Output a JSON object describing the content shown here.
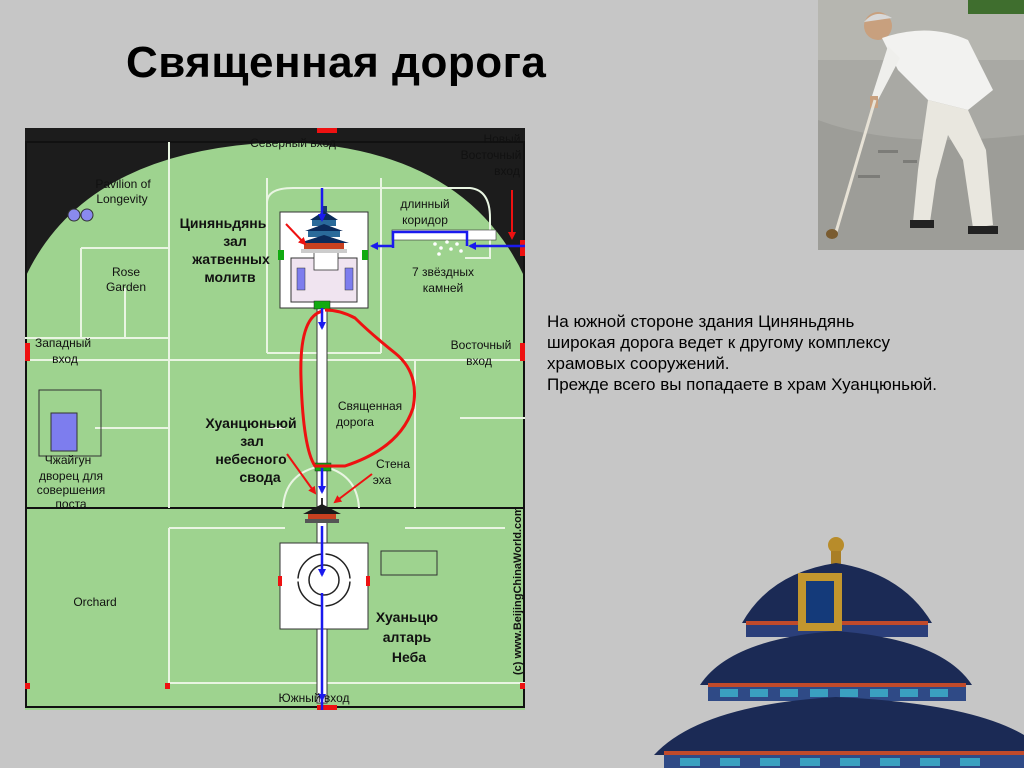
{
  "slide": {
    "title": "Священная дорога",
    "description": [
      "На южной стороне здания Циняньдянь",
      "широкая дорога ведет к другому комплексу",
      "храмовых сооружений.",
      "Прежде всего вы попадаете в храм Хуанцюньюй."
    ]
  },
  "map": {
    "north_entrance": "Северный вход",
    "new_east_entrance": [
      "Новый",
      "Восточный",
      "вход"
    ],
    "pavilion": [
      "Pavilion of",
      "Longevity"
    ],
    "qinian_hall": [
      "Циняньдянь",
      "зал",
      "жатвенных",
      "молитв"
    ],
    "long_corridor": [
      "длинный",
      "коридор"
    ],
    "seven_stars": [
      "7 звёздных",
      "камней"
    ],
    "rose_garden": [
      "Rose",
      "Garden"
    ],
    "west_entrance": [
      "Западный",
      "вход"
    ],
    "east_entrance": [
      "Восточный",
      "вход"
    ],
    "sacred_way": [
      "Священная",
      "дорога"
    ],
    "huangqiongyu": [
      "Хуанцюньюй",
      "зал",
      "небесного",
      "свода"
    ],
    "echo_wall": [
      "Стена",
      "эха"
    ],
    "zhaigong": "Чжайгун",
    "fasting_palace": [
      "дворец для",
      "совершения",
      "поста"
    ],
    "orchard": "Orchard",
    "altar": [
      "Хуаньцю",
      "алтарь",
      "Неба"
    ],
    "south_entrance": "Южный вход",
    "copyright": "(c) www.BeijingChinaWorld.com"
  },
  "colors": {
    "background": "#c6c6c6",
    "map_green": "#9ed38f",
    "red_route": "#ee1111",
    "blue_arrow": "#1a1aee"
  }
}
